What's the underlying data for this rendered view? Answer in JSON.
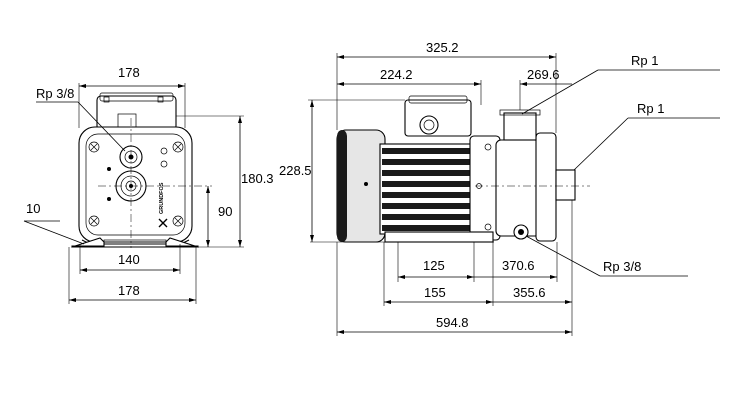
{
  "colors": {
    "line": "#000000",
    "motor_fill": "#e6e6e6",
    "motor_dark": "#1a1a1a",
    "background": "#ffffff"
  },
  "end_view": {
    "dim_width_top": "178",
    "dim_height_total": "180.3",
    "dim_shaft_height": "90",
    "dim_foot_thickness": "10",
    "dim_foot_holes": "140",
    "dim_width_bottom": "178",
    "label_port": "Rp 3/8",
    "logo_text": "GRUNDFOS"
  },
  "side_view": {
    "dim_height": "228.5",
    "dim_top_overall": "325.2",
    "dim_top_motor": "224.2",
    "dim_top_outlet": "269.6",
    "dim_mid_left": "125",
    "dim_mid_right": "370.6",
    "dim_low_left": "155",
    "dim_low_right": "355.6",
    "dim_total_length": "594.8",
    "label_outlet": "Rp 1",
    "label_inlet": "Rp 1",
    "label_drain": "Rp 3/8"
  }
}
